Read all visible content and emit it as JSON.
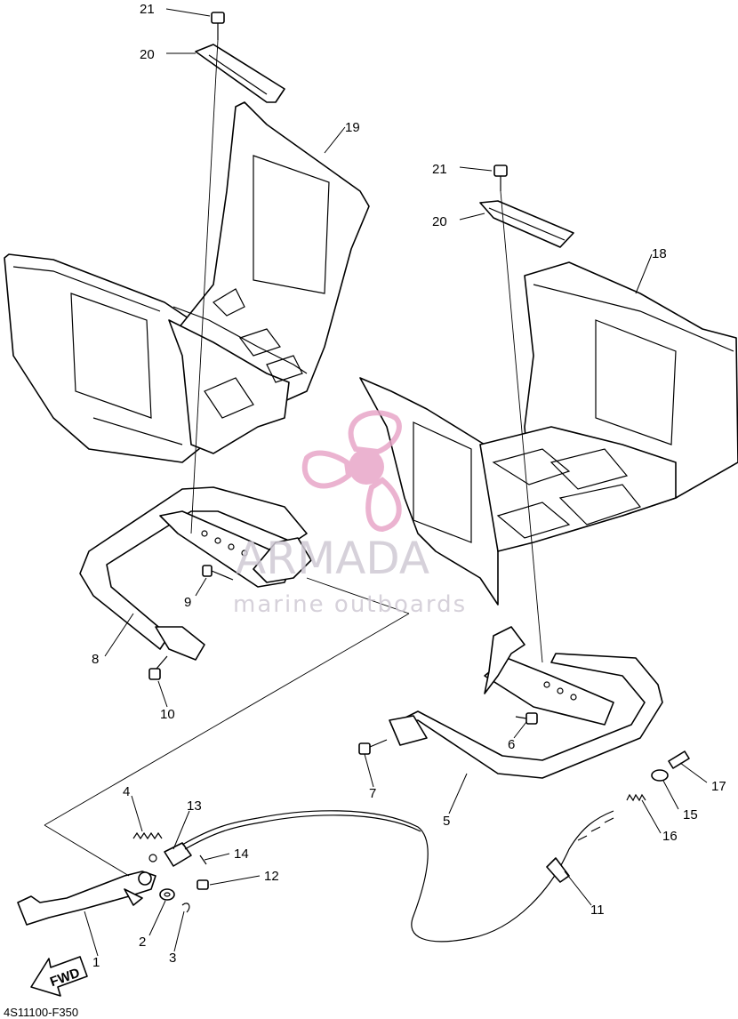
{
  "callouts": [
    {
      "id": "21a",
      "label": "21"
    },
    {
      "id": "20a",
      "label": "20"
    },
    {
      "id": "19",
      "label": "19"
    },
    {
      "id": "21b",
      "label": "21"
    },
    {
      "id": "20b",
      "label": "20"
    },
    {
      "id": "18",
      "label": "18"
    },
    {
      "id": "9",
      "label": "9"
    },
    {
      "id": "8",
      "label": "8"
    },
    {
      "id": "10",
      "label": "10"
    },
    {
      "id": "6",
      "label": "6"
    },
    {
      "id": "7",
      "label": "7"
    },
    {
      "id": "5",
      "label": "5"
    },
    {
      "id": "17",
      "label": "17"
    },
    {
      "id": "15",
      "label": "15"
    },
    {
      "id": "16",
      "label": "16"
    },
    {
      "id": "4",
      "label": "4"
    },
    {
      "id": "13",
      "label": "13"
    },
    {
      "id": "14",
      "label": "14"
    },
    {
      "id": "12",
      "label": "12"
    },
    {
      "id": "11",
      "label": "11"
    },
    {
      "id": "2",
      "label": "2"
    },
    {
      "id": "3",
      "label": "3"
    },
    {
      "id": "1",
      "label": "1"
    }
  ],
  "direction_label": "FWD",
  "diagram_code": "4S11100-F350",
  "watermark": {
    "brand": "ARMADA",
    "tagline": "marine outboards",
    "color": "#e8a6c8"
  }
}
